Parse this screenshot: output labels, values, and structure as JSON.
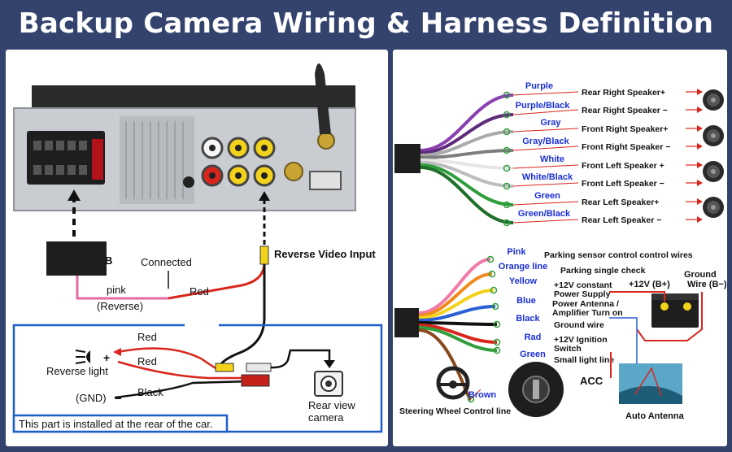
{
  "title": "Backup Camera Wiring & Harness Definition",
  "left": {
    "box_label": "B",
    "connected": "Connected",
    "pink": "pink",
    "reverse": "(Reverse)",
    "red": "Red",
    "reverse_video_input": "Reverse Video Input",
    "red_top": "Red",
    "red_mid": "Red",
    "black": "Black",
    "reverse_light": "Reverse light",
    "gnd": "(GND)",
    "rear_view": "Rear view",
    "camera": "camera",
    "note": "This part is installed at the rear of the car.",
    "plus": "+",
    "minus": "−"
  },
  "speakers": [
    {
      "wire": "Purple",
      "label": "Rear Right Speaker+",
      "color": "#8a3fb0"
    },
    {
      "wire": "Purple/Black",
      "label": "Rear Right Speaker −",
      "color": "#5e2a7a"
    },
    {
      "wire": "Gray",
      "label": "Front Right Speaker+",
      "color": "#a9a9a9"
    },
    {
      "wire": "Gray/Black",
      "label": "Front Right Speaker −",
      "color": "#7d7d7d"
    },
    {
      "wire": "White",
      "label": "Front Left Speaker +",
      "color": "#e6e6e6"
    },
    {
      "wire": "White/Black",
      "label": "Front Left Speaker −",
      "color": "#bdbdbd"
    },
    {
      "wire": "Green",
      "label": "Rear Left Speaker+",
      "color": "#2e9e3a"
    },
    {
      "wire": "Green/Black",
      "label": "Rear Left Speaker −",
      "color": "#1f6e2a"
    }
  ],
  "power": [
    {
      "wire": "Pink",
      "label": "Parking sensor control control wires",
      "color": "#f07aa8"
    },
    {
      "wire": "Orange line",
      "label": "Parking single check",
      "color": "#f08a1c"
    },
    {
      "wire": "Yellow",
      "label": "+12V constant\nPower Supply",
      "color": "#f2d21a"
    },
    {
      "wire": "Blue",
      "label": "Power Antenna /\nAmplifier Turn on",
      "color": "#2a5fd6"
    },
    {
      "wire": "Black",
      "label": "Ground wire",
      "color": "#111111"
    },
    {
      "wire": "Rad",
      "label": "+12V Ignition\nSwitch",
      "color": "#d9261c"
    },
    {
      "wire": "Green",
      "label": "Small light line",
      "color": "#2e9e3a"
    },
    {
      "wire": "Brown",
      "label": "",
      "color": "#8a4a1c"
    }
  ],
  "right_misc": {
    "plus12v": "+12V (B+)",
    "ground_wire": "Ground\nWire (B−)",
    "acc": "ACC",
    "steering": "Steering Wheel Control line",
    "antenna": "Auto Antenna"
  },
  "colors": {
    "background": "#33436e",
    "label_blue": "#1a2fd6",
    "wire_red": "#d9261c",
    "frame_blue": "#1d5fc8"
  }
}
